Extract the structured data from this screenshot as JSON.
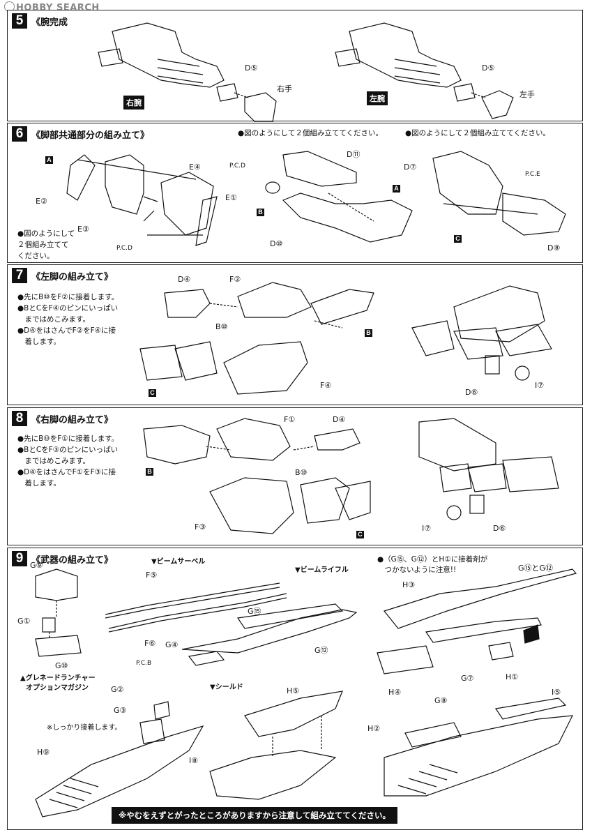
{
  "watermark": "HOBBY SEARCH",
  "steps": [
    {
      "number": "5",
      "title": "《腕完成",
      "labels": {
        "right_arm": "右腕",
        "left_arm": "左腕",
        "d5_a": "D⑤",
        "d5_b": "D⑤",
        "right_hand": "右手",
        "left_hand": "左手"
      }
    },
    {
      "number": "6",
      "title": "《脚部共通部分の組み立て》",
      "instruction_mid": "●図のようにして２個組み立ててください。",
      "instruction_right": "●図のようにして２個組み立ててください。",
      "instruction_left": [
        "●図のようにして",
        "２個組み立てて",
        "ください。"
      ],
      "labels": {
        "box_a": "A",
        "e2": "E②",
        "e3": "E③",
        "e4": "E④",
        "e1": "E①",
        "pcd_left": "P.C.D",
        "pcd_mid": "P.C.D",
        "d11": "D⑪",
        "box_b": "B",
        "d10": "D⑩",
        "box_a2": "A",
        "d7": "D⑦",
        "pce": "P.C.E",
        "box_c": "C",
        "d8": "D⑧"
      }
    },
    {
      "number": "7",
      "title": "《左脚の組み立て》",
      "instructions": [
        "●先にB⑩をF②に接着します。",
        "●BとCをF④のピンにいっぱい",
        "　まではめこみます。",
        "●D④をはさんでF②をF④に接",
        "　着します。"
      ],
      "labels": {
        "d4": "D④",
        "f2": "F②",
        "b10": "B⑩",
        "box_b": "B",
        "box_c": "C",
        "f4": "F④",
        "d6": "D⑥",
        "i7": "I⑦"
      }
    },
    {
      "number": "8",
      "title": "《右脚の組み立て》",
      "instructions": [
        "●先にB⑩をF①に接着します。",
        "●BとCをF③のピンにいっぱい",
        "　まではめこみます。",
        "●D④をはさんでF①をF③に接",
        "　着します。"
      ],
      "labels": {
        "f1": "F①",
        "d4": "D④",
        "box_b": "B",
        "b10": "B⑩",
        "f3": "F③",
        "box_c": "C",
        "i7": "I⑦",
        "d6": "D⑥"
      }
    },
    {
      "number": "9",
      "title": "《武器の組み立て》",
      "sub_saber": "▼ビームサーベル",
      "sub_rifle": "▼ビームライフル",
      "sub_shield": "▼シールド",
      "note_g": "●（G⑮、G⑫）とH①に接着剤が",
      "note_g2": "　つかないように注意!!",
      "note_bond": "※しっかり接着します。",
      "launcher": [
        "▲グレネードランチャー",
        "オプションマガジン"
      ],
      "labels": {
        "g9": "G⑨",
        "g1": "G①",
        "g10": "G⑩",
        "f5": "F⑤",
        "f6": "F⑥",
        "g15": "G⑮",
        "g4": "G④",
        "g12": "G⑫",
        "g15g12": "G⑮とG⑫",
        "h3": "H③",
        "h1": "H①",
        "g7": "G⑦",
        "pcb": "P.C.B",
        "g2": "G②",
        "g3": "G③",
        "h5": "H⑤",
        "h9": "H⑨",
        "i8": "I⑧",
        "h4": "H④",
        "g8": "G⑧",
        "i5": "I⑤",
        "h2": "H②"
      },
      "caution": "※やむをえずとがったところがありますから注意して組み立ててください。"
    }
  ]
}
